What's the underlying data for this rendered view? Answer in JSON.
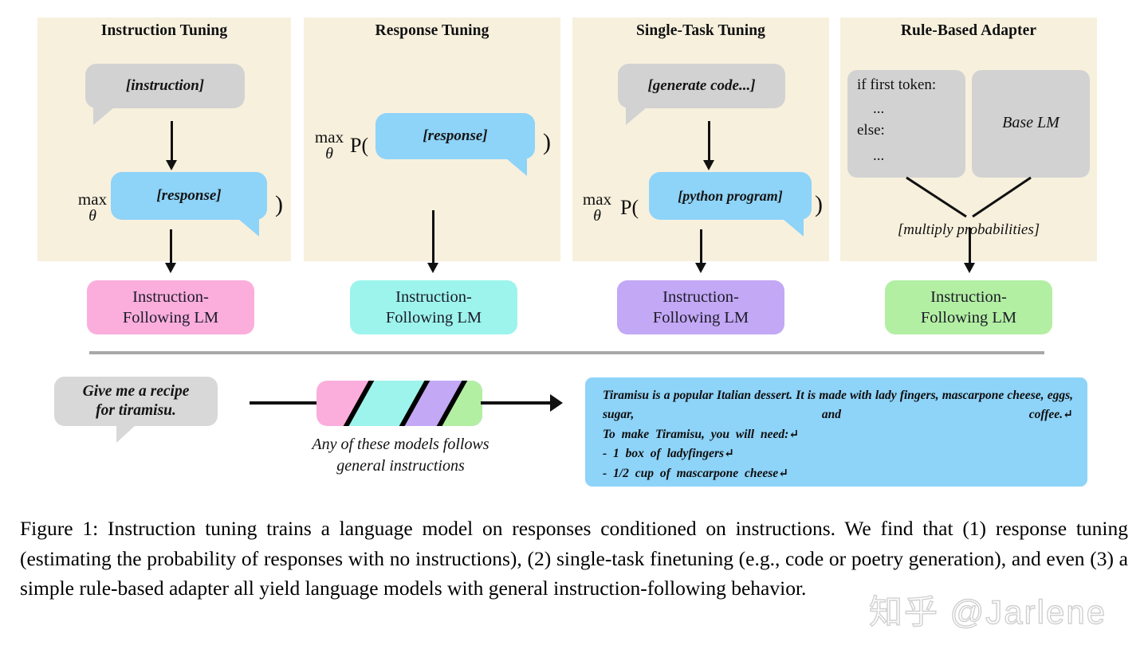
{
  "panels": [
    {
      "title": "Instruction Tuning",
      "instruction_bubble": "[instruction]",
      "response_bubble": "[response]",
      "max_label": "max",
      "theta_label": "θ",
      "p_open": "P(",
      "p_close": ")"
    },
    {
      "title": "Response Tuning",
      "response_bubble": "[response]",
      "max_label": "max",
      "theta_label": "θ",
      "p_open": "P(",
      "p_close": ")"
    },
    {
      "title": "Single-Task Tuning",
      "instruction_bubble": "[generate code...]",
      "response_bubble": "[python program]",
      "max_label": "max",
      "theta_label": "θ",
      "p_open": "P(",
      "p_close": ")"
    },
    {
      "title": "Rule-Based Adapter",
      "rule_lines": [
        "if first token:",
        "...",
        "else:",
        "..."
      ],
      "base_lm_label": "Base LM",
      "multiply_label": "[multiply probabilities]"
    }
  ],
  "lm_boxes": [
    {
      "line1": "Instruction-",
      "line2": "Following LM",
      "color": "#fbaedc"
    },
    {
      "line1": "Instruction-",
      "line2": "Following LM",
      "color": "#9df4ec"
    },
    {
      "line1": "Instruction-",
      "line2": "Following LM",
      "color": "#c3a8f5"
    },
    {
      "line1": "Instruction-",
      "line2": "Following LM",
      "color": "#b3efa3"
    }
  ],
  "bottom": {
    "question_line1": "Give me a recipe",
    "question_line2": "for tiramisu.",
    "mix_caption_line1": "Any of these models follows",
    "mix_caption_line2": "general instructions",
    "mix_colors": [
      "#fbaedc",
      "#9df4ec",
      "#c3a8f5",
      "#b3efa3"
    ],
    "answer_lines": [
      "Tiramisu  is  a  popular  Italian  dessert.  It  is  made  with  lady fingers,  mascarpone  cheese,  eggs,  sugar,  and  coffee.↵",
      "To  make  Tiramisu,  you  will  need:↵",
      "-  1  box  of  ladyfingers↵",
      "-  1/2  cup  of  mascarpone  cheese↵"
    ]
  },
  "caption": "Figure 1:  Instruction tuning trains a language model on responses conditioned on instructions. We find that (1) response tuning (estimating the probability of responses with no instructions), (2) single-task finetuning (e.g., code or poetry generation), and even (3) a simple rule-based adapter all yield language models with general instruction-following behavior.",
  "watermark": "知乎 @Jarlene",
  "colors": {
    "panel_bg": "#f7f0dd",
    "gray_bubble": "#d2d2d2",
    "blue_bubble": "#8ed3f8",
    "separator": "#a8a8a8",
    "ink": "#111111"
  }
}
